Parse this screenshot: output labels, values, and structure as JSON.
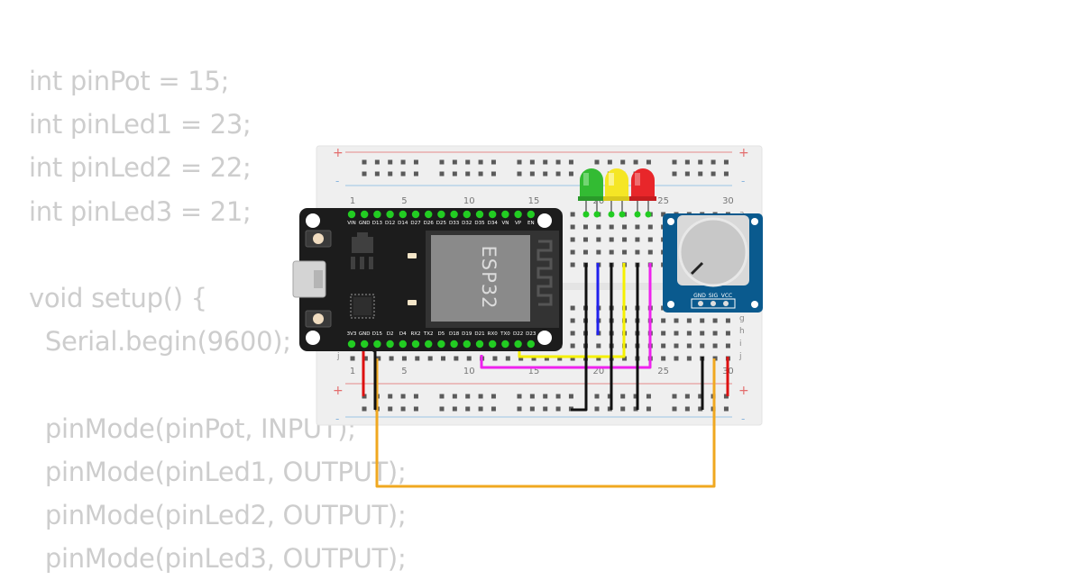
{
  "code_lines": [
    "int pinPot = 15;",
    "int pinLed1 = 23;",
    "int pinLed2 = 22;",
    "int pinLed3 = 21;",
    "",
    "void setup() {",
    "  Serial.begin(9600);",
    "",
    "  pinMode(pinPot, INPUT);",
    "  pinMode(pinLed1, OUTPUT);",
    "  pinMode(pinLed2, OUTPUT);",
    "  pinMode(pinLed3, OUTPUT);"
  ],
  "breadboard": {
    "plus_symbol": "+",
    "minus_symbol": "-",
    "column_numbers": [
      "1",
      "5",
      "10",
      "15",
      "20",
      "25",
      "30"
    ],
    "row_letters_top": [
      "a"
    ],
    "row_letters_bottom": [
      "g",
      "h",
      "i",
      "j"
    ],
    "row_letter_j_left": "j"
  },
  "esp32": {
    "chip_label": "ESP32",
    "top_pins": [
      "VIN",
      "GND",
      "D13",
      "D12",
      "D14",
      "D27",
      "D26",
      "D25",
      "D33",
      "D32",
      "D35",
      "D34",
      "VN",
      "VP",
      "EN"
    ],
    "bottom_pins": [
      "3V3",
      "GND",
      "D15",
      "D2",
      "D4",
      "RX2",
      "TX2",
      "D5",
      "D18",
      "D19",
      "D21",
      "RX0",
      "TX0",
      "D22",
      "D23"
    ]
  },
  "potentiometer": {
    "pins": [
      "GND",
      "SIG",
      "VCC"
    ]
  },
  "colors": {
    "led_green": "#33bb33",
    "led_yellow": "#f5e625",
    "led_red": "#e8262a",
    "wire_orange": "#f0a820",
    "wire_magenta": "#ee22ee",
    "wire_yellow": "#f5f000",
    "wire_blue": "#2020ee",
    "wire_red": "#dd1111",
    "wire_black": "#111111",
    "board_black": "#1c1c1c",
    "pot_blue": "#0a5a8e"
  }
}
